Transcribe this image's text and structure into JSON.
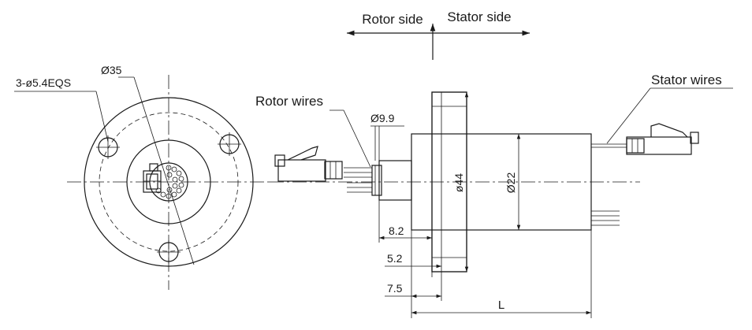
{
  "labels": {
    "rotor_side": "Rotor side",
    "stator_side": "Stator side",
    "stator_wires": "Stator wires",
    "rotor_wires": "Rotor wires",
    "bolt_holes": "3-ø5.4EQS",
    "pcd": "Ø35",
    "shaft_dia": "Ø9.9",
    "flange_dia": "ø44",
    "body_dia": "Ø22",
    "dim_8_2": "8.2",
    "dim_5_2": "5.2",
    "dim_7_5": "7.5",
    "dim_L": "L"
  },
  "colors": {
    "line": "#1a1a1a",
    "background": "#ffffff"
  }
}
